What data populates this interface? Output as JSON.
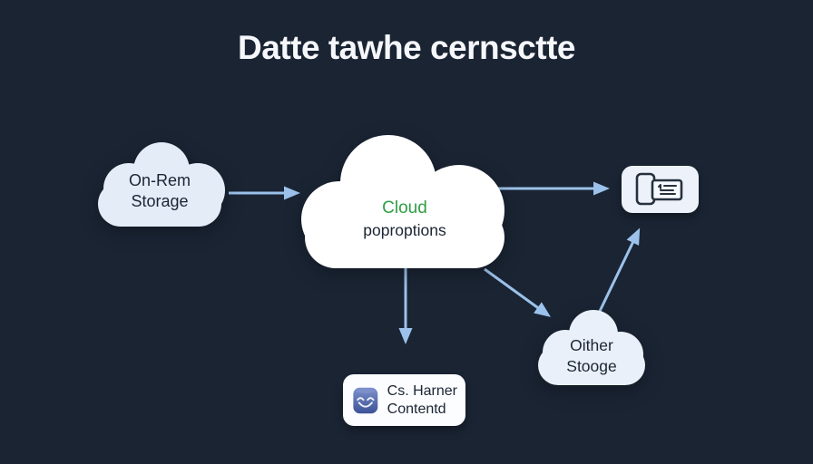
{
  "title": "Datte tawhe cernsctte",
  "nodes": {
    "on_prem": {
      "label_line1": "On-Rem",
      "label_line2": "Storage"
    },
    "cloud": {
      "label_line1": "Cloud",
      "label_line2": "poproptions"
    },
    "other_storage": {
      "label_line1": "Oither",
      "label_line2": "Stooge"
    },
    "content_box": {
      "label_line1": "Cs. Harner",
      "label_line2": "Contentd"
    }
  },
  "edges": [
    {
      "from": "on_prem",
      "to": "cloud"
    },
    {
      "from": "cloud",
      "to": "device_box"
    },
    {
      "from": "cloud",
      "to": "content_box"
    },
    {
      "from": "cloud",
      "to": "other_storage"
    },
    {
      "from": "other_storage",
      "to": "device_box"
    }
  ],
  "icons": {
    "device_box": "phone-card-icon",
    "content_box": "database-smiley-icon"
  },
  "colors": {
    "background": "#1a2433",
    "title_text": "#f5f7fa",
    "arrow": "#9cc2eb",
    "cloud_left_fill": "#e4ecf8",
    "cloud_center_fill": "#ffffff",
    "cloud_other_fill": "#e9f0f9",
    "device_box_fill": "#edf2fa",
    "content_box_fill": "#fbfdff",
    "green_text": "#2f9e44",
    "dark_text": "#1b2533",
    "icon_stroke": "#27313f",
    "icon_card_fill": "#f7fafd",
    "db_icon_light": "#7d90cc",
    "db_icon_dark": "#3d5297",
    "db_icon_face": "#eef3fc"
  }
}
